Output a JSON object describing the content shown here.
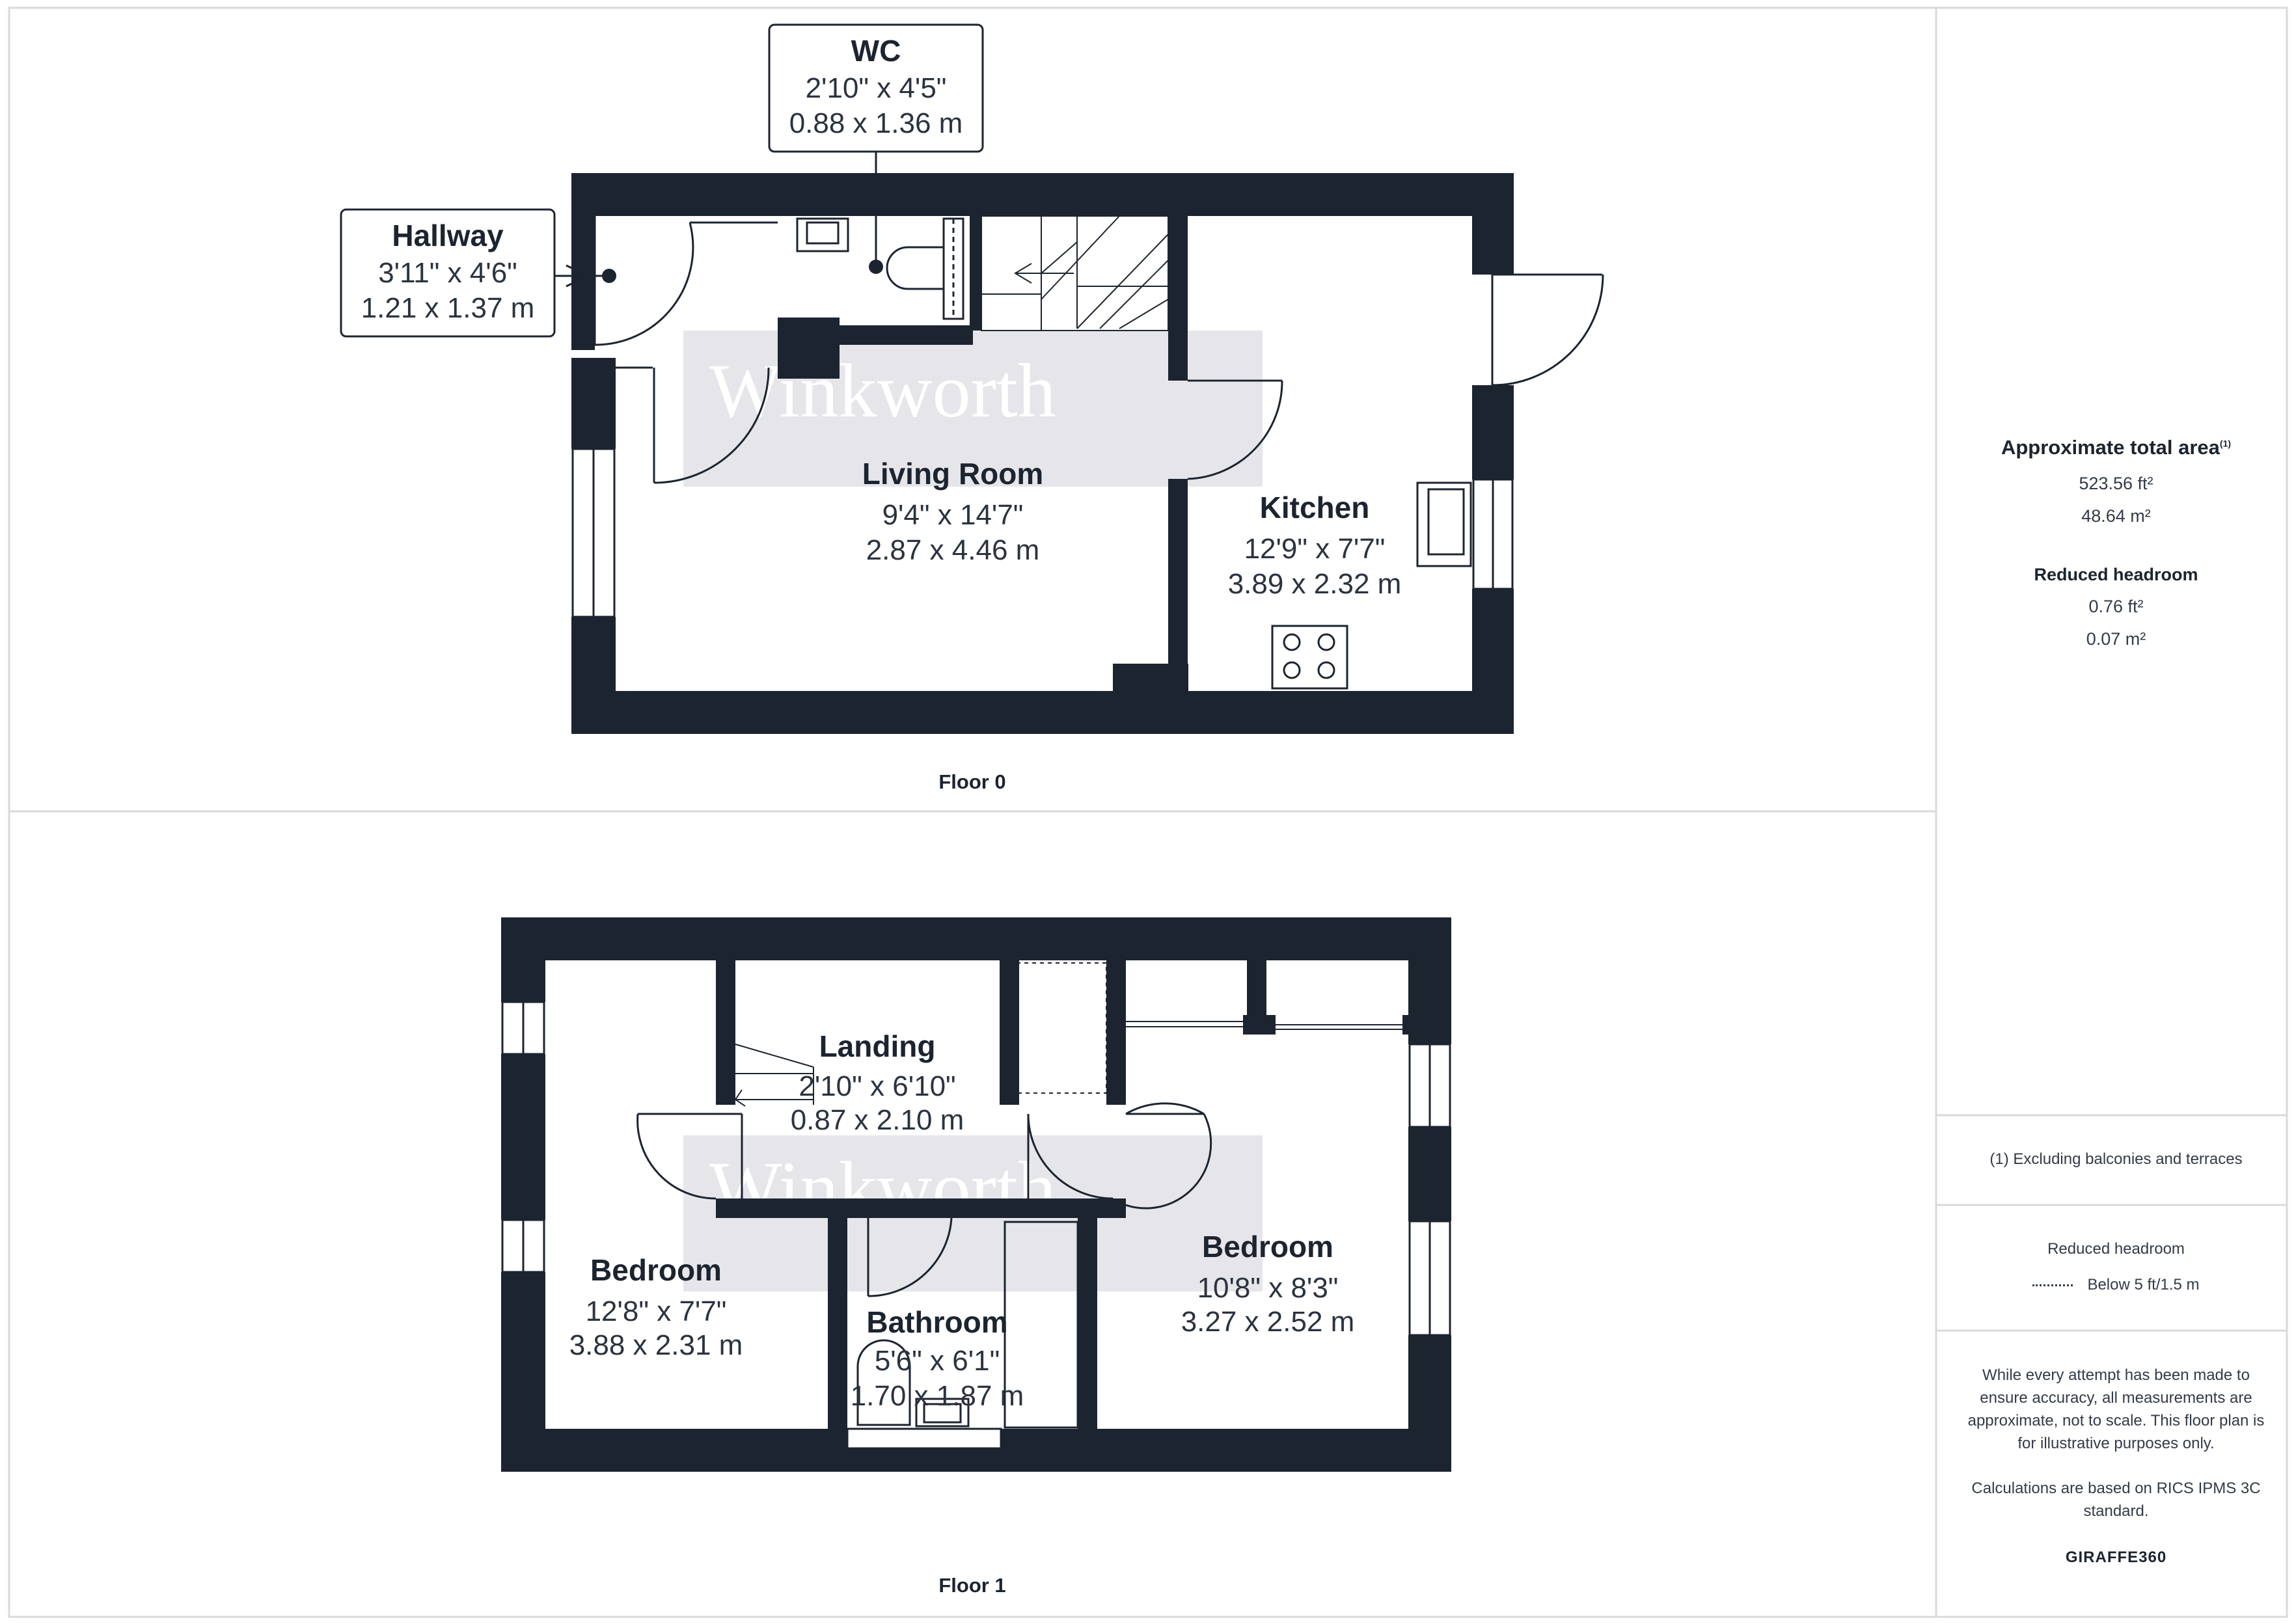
{
  "floors": [
    {
      "label": "Floor 0",
      "rooms": [
        {
          "id": "wc",
          "name": "WC",
          "imperial": "2'10\" x 4'5\"",
          "metric": "0.88 x 1.36 m"
        },
        {
          "id": "hallway",
          "name": "Hallway",
          "imperial": "3'11\" x 4'6\"",
          "metric": "1.21 x 1.37 m"
        },
        {
          "id": "living-room",
          "name": "Living Room",
          "imperial": "9'4\" x 14'7\"",
          "metric": "2.87 x 4.46 m"
        },
        {
          "id": "kitchen",
          "name": "Kitchen",
          "imperial": "12'9\" x 7'7\"",
          "metric": "3.89 x 2.32 m"
        }
      ]
    },
    {
      "label": "Floor 1",
      "rooms": [
        {
          "id": "landing",
          "name": "Landing",
          "imperial": "2'10\" x 6'10\"",
          "metric": "0.87 x 2.10 m"
        },
        {
          "id": "bedroom-1",
          "name": "Bedroom",
          "imperial": "12'8\" x 7'7\"",
          "metric": "3.88 x 2.31 m"
        },
        {
          "id": "bathroom",
          "name": "Bathroom",
          "imperial": "5'6\" x 6'1\"",
          "metric": "1.70 x 1.87 m"
        },
        {
          "id": "bedroom-2",
          "name": "Bedroom",
          "imperial": "10'8\" x 8'3\"",
          "metric": "3.27 x 2.52 m"
        }
      ]
    }
  ],
  "watermark": "Winkworth",
  "sidebar": {
    "total_area_title": "Approximate total area",
    "total_area_note_mark": "(1)",
    "total_area_ft": "523.56 ft²",
    "total_area_m": "48.64 m²",
    "reduced_headroom_title": "Reduced headroom",
    "reduced_headroom_ft": "0.76 ft²",
    "reduced_headroom_m": "0.07 m²",
    "footnote": "(1) Excluding balconies and terraces",
    "legend_title": "Reduced headroom",
    "legend_text": "Below 5 ft/1.5 m",
    "disclaimer": "While every attempt has been made to ensure accuracy, all measurements are approximate, not to scale. This floor plan is for illustrative purposes only.",
    "calculations": "Calculations are based on RICS IPMS 3C standard.",
    "brand": "GIRAFFE360"
  },
  "colors": {
    "wall": "#1c2430",
    "frame": "#d9d9d9",
    "watermark_box": "#e6e6ea"
  }
}
